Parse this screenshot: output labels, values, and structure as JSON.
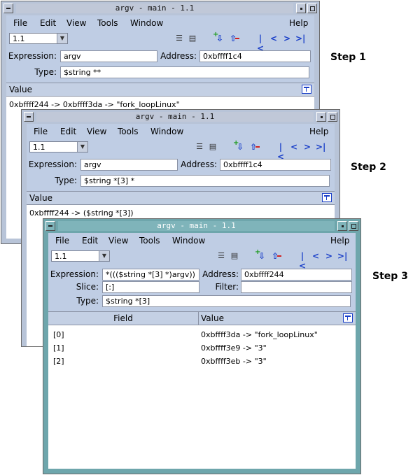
{
  "steps": [
    "Step 1",
    "Step 2",
    "Step 3"
  ],
  "windows": [
    {
      "title": "argv - main - 1.1",
      "menu": [
        "File",
        "Edit",
        "View",
        "Tools",
        "Window",
        "Help"
      ],
      "thread_value": "1.1",
      "expression_label": "Expression:",
      "expression": "argv",
      "address_label": "Address:",
      "address": "0xbffff1c4",
      "type_label": "Type:",
      "type": "$string **",
      "column_header": "Value",
      "rows": [
        "0xbffff244 -> 0xbffff3da -> \"fork_loopLinux\""
      ]
    },
    {
      "title": "argv - main - 1.1",
      "menu": [
        "File",
        "Edit",
        "View",
        "Tools",
        "Window",
        "Help"
      ],
      "thread_value": "1.1",
      "expression_label": "Expression:",
      "expression": "argv",
      "address_label": "Address:",
      "address": "0xbffff1c4",
      "type_label": "Type:",
      "type": "$string *[3] *",
      "column_header": "Value",
      "rows": [
        "0xbffff244 -> ($string *[3])"
      ]
    },
    {
      "title": "argv - main - 1.1",
      "menu": [
        "File",
        "Edit",
        "View",
        "Tools",
        "Window",
        "Help"
      ],
      "thread_value": "1.1",
      "expression_label": "Expression:",
      "expression": "*((($string *[3] *)argv))",
      "address_label": "Address:",
      "address": "0xbffff244",
      "slice_label": "Slice:",
      "slice": "[:]",
      "filter_label": "Filter:",
      "filter": "",
      "type_label": "Type:",
      "type": "$string *[3]",
      "field_header": "Field",
      "value_header": "Value",
      "rows": [
        {
          "field": "[0]",
          "value": "0xbffff3da -> \"fork_loopLinux\""
        },
        {
          "field": "[1]",
          "value": "0xbffff3e9 -> \"3\""
        },
        {
          "field": "[2]",
          "value": "0xbffff3eb -> \"3\""
        }
      ]
    }
  ]
}
